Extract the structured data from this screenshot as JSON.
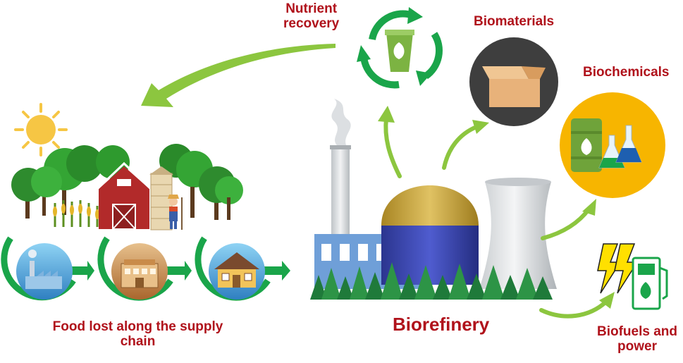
{
  "labels": {
    "nutrient_recovery_line1": "Nutrient",
    "nutrient_recovery_line2": "recovery",
    "biomaterials": "Biomaterials",
    "biochemicals": "Biochemicals",
    "biofuels_line1": "Biofuels and",
    "biofuels_line2": "power",
    "biorefinery": "Biorefinery",
    "food_lost_line1": "Food lost along the supply",
    "food_lost_line2": "chain"
  },
  "colors": {
    "label_red": "#b0121b",
    "arrow_green": "#8cc63f",
    "cycle_green": "#1aa54a",
    "sun_yellow": "#f6c644",
    "biomaterials_circle": "#3e3e3e",
    "biochemicals_circle": "#f7b500",
    "dome_gold": "#c8a23a",
    "tank_blue": "#3945b0",
    "factory_blue": "#6f9fd8"
  },
  "icons": [
    "sun-icon",
    "tree-icon",
    "barn-icon",
    "silo-icon",
    "farmer-icon",
    "corn-icon",
    "factory-icon",
    "store-icon",
    "house-icon",
    "bucket-icon",
    "recycle-arrows-icon",
    "box-icon",
    "barrel-icon",
    "flask-icon",
    "lightning-icon",
    "fuel-pump-icon",
    "cooling-tower-icon",
    "smokestack-icon",
    "dome-tank-icon",
    "pine-tree-icon"
  ]
}
